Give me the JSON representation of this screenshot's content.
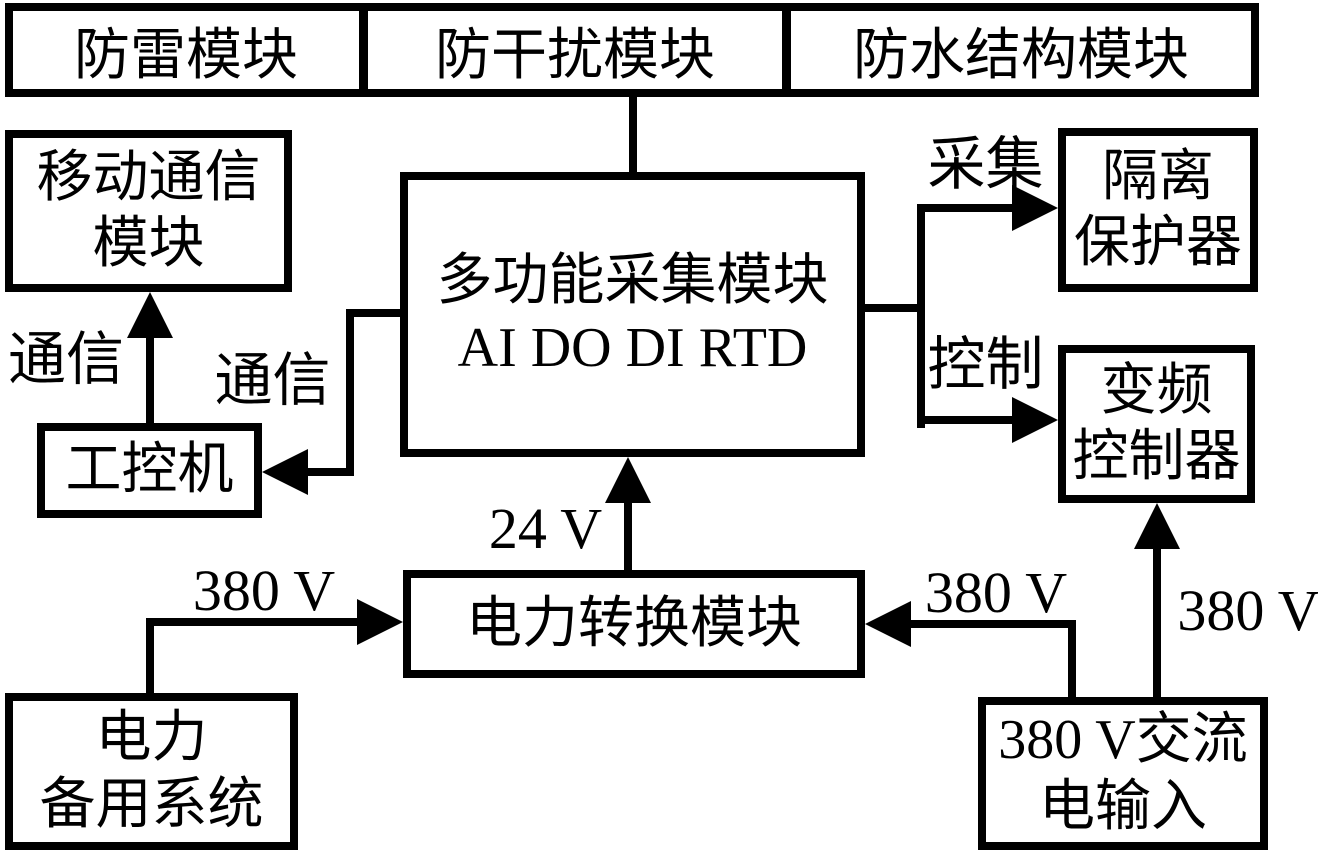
{
  "diagram": {
    "background": "#ffffff",
    "line_color": "#000000",
    "boxes": {
      "lightning_protection": {
        "label": "防雷模块"
      },
      "anti_interference": {
        "label": "防干扰模块"
      },
      "waterproof_structure": {
        "label": "防水结构模块"
      },
      "mobile_communication": {
        "line1": "移动通信",
        "line2": "模块"
      },
      "multifunction_acquisition": {
        "line1": "多功能采集模块",
        "line2": "AI DO DI RTD"
      },
      "industrial_pc": {
        "label": "工控机"
      },
      "isolation_protector": {
        "line1": "隔离",
        "line2": "保护器"
      },
      "vfd_controller": {
        "line1": "变频",
        "line2": "控制器"
      },
      "power_conversion": {
        "label": "电力转换模块"
      },
      "backup_power": {
        "line1": "电力",
        "line2": "备用系统"
      },
      "ac_input": {
        "line1": "380 V交流",
        "line2": "电输入"
      }
    },
    "edge_labels": {
      "comm_to_mobile": "通信",
      "comm_to_ipc": "通信",
      "acquisition": "采集",
      "control": "控制",
      "v24": "24 V",
      "v380_backup": "380 V",
      "v380_ac_to_power": "380 V",
      "v380_ac_to_vfd": "380 V"
    }
  }
}
